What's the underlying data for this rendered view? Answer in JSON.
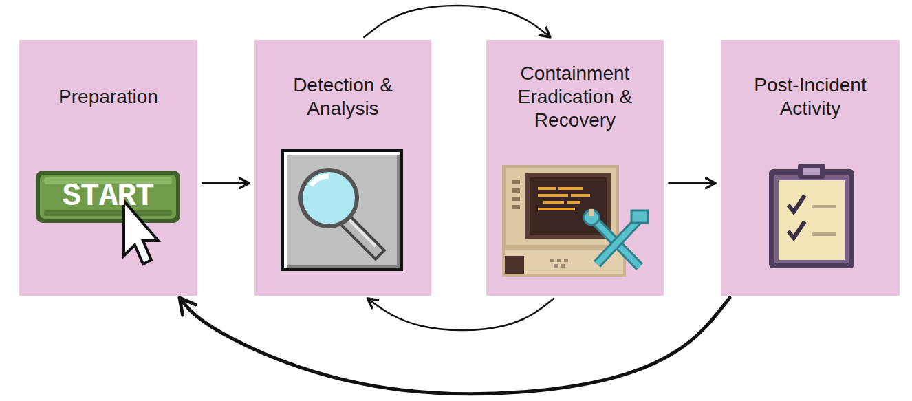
{
  "diagram": {
    "nodes": [
      {
        "text": [
          "Preparation"
        ]
      },
      {
        "text": [
          "Detection & Analysis"
        ]
      },
      {
        "text": [
          "Containment Eradication & Recovery"
        ]
      },
      {
        "text": [
          "Post-Incident Activity"
        ]
      }
    ],
    "edges": [
      {
        "from": 0,
        "to": 1,
        "arrow": "to"
      },
      {
        "from": 1,
        "to": 2,
        "arrow": "to"
      },
      {
        "from": 2,
        "to": 1,
        "arrow": "to"
      },
      {
        "from": 2,
        "to": 3,
        "arrow": "to"
      },
      {
        "from": 3,
        "to": 0,
        "arrow": "to"
      }
    ],
    "labels": [
      "START"
    ]
  }
}
